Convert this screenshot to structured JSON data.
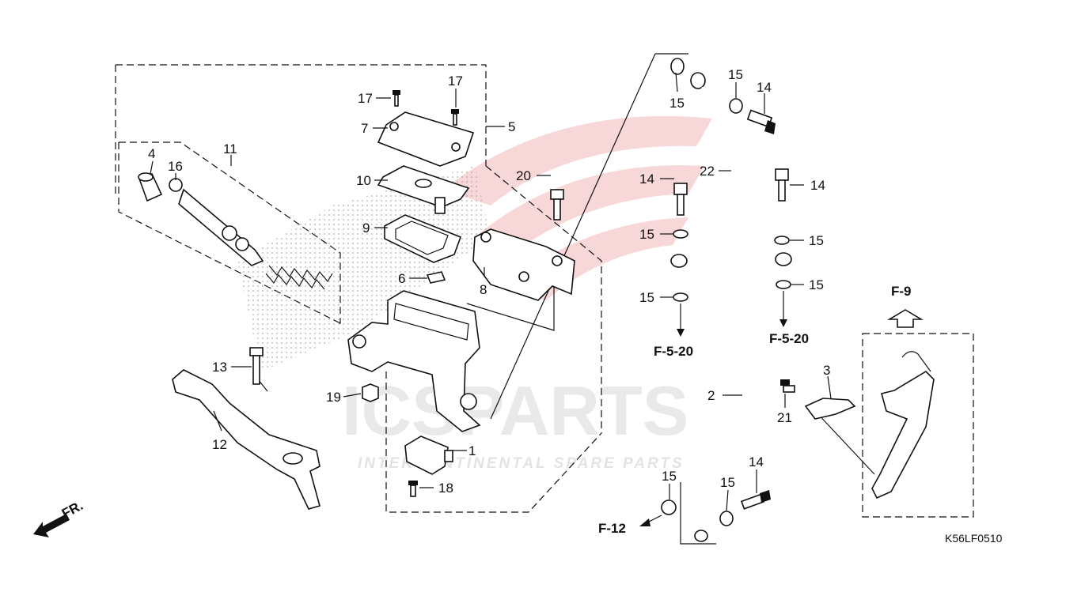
{
  "watermark": {
    "brand": "ICSPARTS",
    "tagline": "INTERCONTINENTAL SPARE PARTS"
  },
  "callouts": {
    "p1": "1",
    "p2": "2",
    "p3": "3",
    "p4": "4",
    "p5": "5",
    "p6": "6",
    "p7": "7",
    "p8": "8",
    "p9": "9",
    "p10": "10",
    "p11": "11",
    "p12": "12",
    "p13": "13",
    "p14a": "14",
    "p14b": "14",
    "p14c": "14",
    "p14d": "14",
    "p15a": "15",
    "p15b": "15",
    "p15c": "15",
    "p15d": "15",
    "p15e": "15",
    "p15f": "15",
    "p15g": "15",
    "p15h": "15",
    "p16": "16",
    "p17a": "17",
    "p17b": "17",
    "p18": "18",
    "p19": "19",
    "p20": "20",
    "p21": "21",
    "p22": "22"
  },
  "references": {
    "f520_left": "F-5-20",
    "f520_right": "F-5-20",
    "f12": "F-12",
    "f9": "F-9"
  },
  "direction_label": "FR.",
  "diagram_code": "K56LF0510",
  "icons": [
    "front-direction-arrow-icon",
    "up-arrow-icon"
  ]
}
